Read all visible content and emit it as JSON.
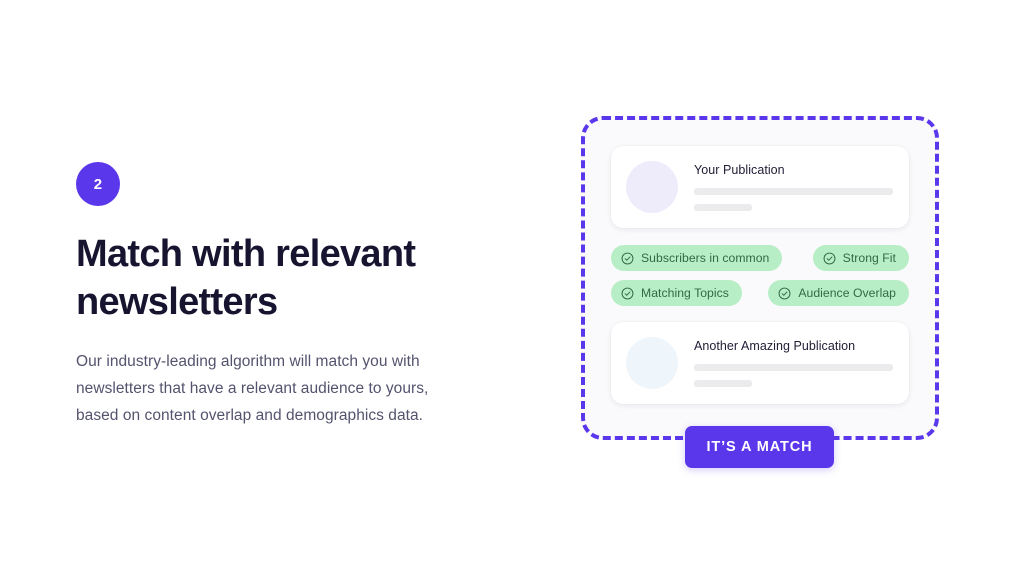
{
  "colors": {
    "accent_purple": "#5b37eb",
    "tag_green_bg": "#b8eec5",
    "tag_green_text": "#2f6b45",
    "heading": "#171430",
    "body_text": "#53536e",
    "panel_bg": "#fafafc",
    "avatar_lavender": "#eeecfa",
    "avatar_skyblue": "#eef6fb",
    "skeleton": "#ebebee"
  },
  "left": {
    "step_number": "2",
    "headline": "Match with relevant newsletters",
    "description": "Our industry-leading algorithm will match you with newsletters that have a relevant audience to yours, based on content overlap and demographics data."
  },
  "panel": {
    "cards": [
      {
        "title": "Your Publication",
        "avatar_style": "lavender"
      },
      {
        "title": "Another Amazing Publication",
        "avatar_style": "skyblue"
      }
    ],
    "tags": [
      {
        "label": "Subscribers in common",
        "icon": "circle-check-icon"
      },
      {
        "label": "Strong Fit",
        "icon": "circle-check-icon"
      },
      {
        "label": "Matching Topics",
        "icon": "circle-check-icon"
      },
      {
        "label": "Audience Overlap",
        "icon": "circle-check-icon"
      }
    ]
  },
  "cta": {
    "label": "IT’S A MATCH"
  }
}
